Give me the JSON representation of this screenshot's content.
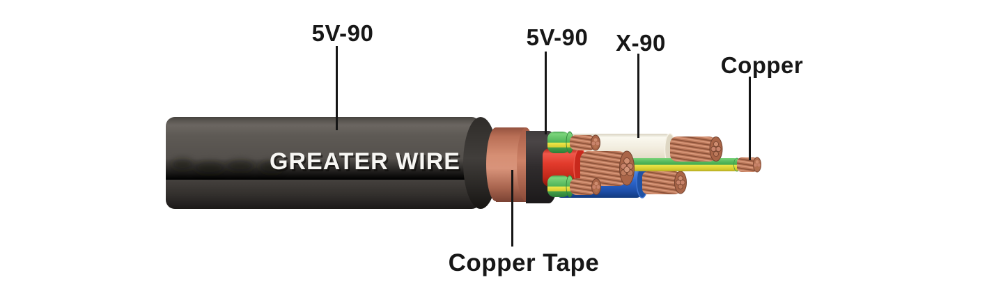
{
  "diagram": {
    "brand": {
      "text": "GREATER WIRE"
    },
    "callouts": [
      {
        "id": "outer-sheath",
        "label": "5V-90"
      },
      {
        "id": "inner-sheath",
        "label": "5V-90"
      },
      {
        "id": "core-insulation",
        "label": "X-90"
      },
      {
        "id": "conductor",
        "label": "Copper"
      },
      {
        "id": "copper-tape",
        "label": "Copper Tape"
      }
    ],
    "colors": {
      "background": "#ffffff",
      "outer_sheath": "#55514d",
      "copper_tape": "#d68f74",
      "inner_sheath": "#2b2829",
      "core_red": "#e23b2c",
      "core_blue": "#2e68cf",
      "core_white": "#f2eddf",
      "earth_green": "#52b858",
      "earth_yellow": "#e9e448",
      "conductor_copper": "#bd7a5c",
      "label_text": "#171717"
    }
  }
}
